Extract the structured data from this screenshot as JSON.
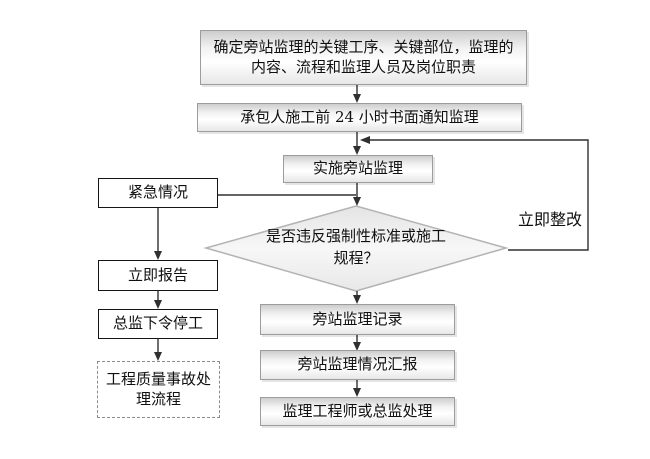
{
  "colors": {
    "line": "#303030",
    "node-border": "#9c9c9c",
    "plain-border": "#151515",
    "dash-border": "#8c8c8c",
    "text": "#101010",
    "bg": "#ffffff"
  },
  "flowchart": {
    "nodes": {
      "determine": {
        "label": "确定旁站监理的关键工序、关键部位，监理的内容、流程和监理人员及岗位职责"
      },
      "notify": {
        "label": "承包人施工前 24 小时书面通知监理"
      },
      "implement": {
        "label": "实施旁站监理"
      },
      "emergency": {
        "label": "紧急情况"
      },
      "decision": {
        "label": "是否违反强制性标准或施工规程？"
      },
      "rectify": {
        "label": "立即整改"
      },
      "report": {
        "label": "立即报告"
      },
      "stop_work": {
        "label": "总监下令停工"
      },
      "accident_process": {
        "label": "工程质量事故处理流程"
      },
      "record": {
        "label": "旁站监理记录"
      },
      "situation_report": {
        "label": "旁站监理情况汇报"
      },
      "handle": {
        "label": "监理工程师或总监处理"
      }
    },
    "edges": [
      {
        "from": "determine",
        "to": "notify"
      },
      {
        "from": "notify",
        "to": "implement"
      },
      {
        "from": "implement",
        "to": "decision"
      },
      {
        "from": "emergency",
        "to": "decision-line"
      },
      {
        "from": "decision",
        "to": "rectify",
        "note": "feedback loop back above implement"
      },
      {
        "from": "decision",
        "to": "record"
      },
      {
        "from": "record",
        "to": "situation_report"
      },
      {
        "from": "situation_report",
        "to": "handle"
      },
      {
        "from": "emergency",
        "to": "report"
      },
      {
        "from": "report",
        "to": "stop_work"
      },
      {
        "from": "stop_work",
        "to": "accident_process"
      }
    ]
  }
}
